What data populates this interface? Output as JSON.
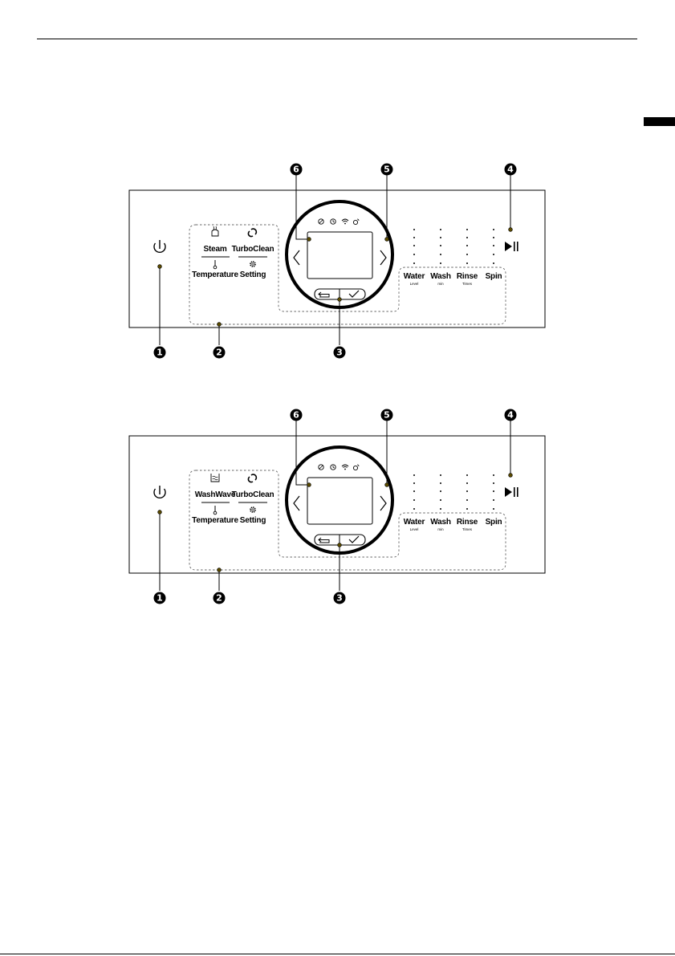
{
  "panels": [
    {
      "id": "panel-a",
      "options": [
        {
          "label": "Steam",
          "icon": "steam-icon"
        },
        {
          "label": "TurboClean",
          "icon": "turboclean-icon"
        },
        {
          "label": "Temperature",
          "icon": "thermometer-icon"
        },
        {
          "label": "Setting",
          "icon": "gear-icon"
        }
      ]
    },
    {
      "id": "panel-b",
      "options": [
        {
          "label": "WashWave",
          "icon": "washwave-icon"
        },
        {
          "label": "TurboClean",
          "icon": "turboclean-icon"
        },
        {
          "label": "Temperature",
          "icon": "thermometer-icon"
        },
        {
          "label": "Setting",
          "icon": "gear-icon"
        }
      ]
    }
  ],
  "cycle_options": [
    {
      "label": "Water",
      "sub": "Level"
    },
    {
      "label": "Wash",
      "sub": "min"
    },
    {
      "label": "Rinse",
      "sub": "Times"
    },
    {
      "label": "Spin",
      "sub": ""
    }
  ],
  "callouts": [
    "1",
    "2",
    "3",
    "4",
    "5",
    "6"
  ],
  "status_icons": [
    "no-detergent-icon",
    "timer-icon",
    "wifi-icon",
    "remote-icon"
  ]
}
